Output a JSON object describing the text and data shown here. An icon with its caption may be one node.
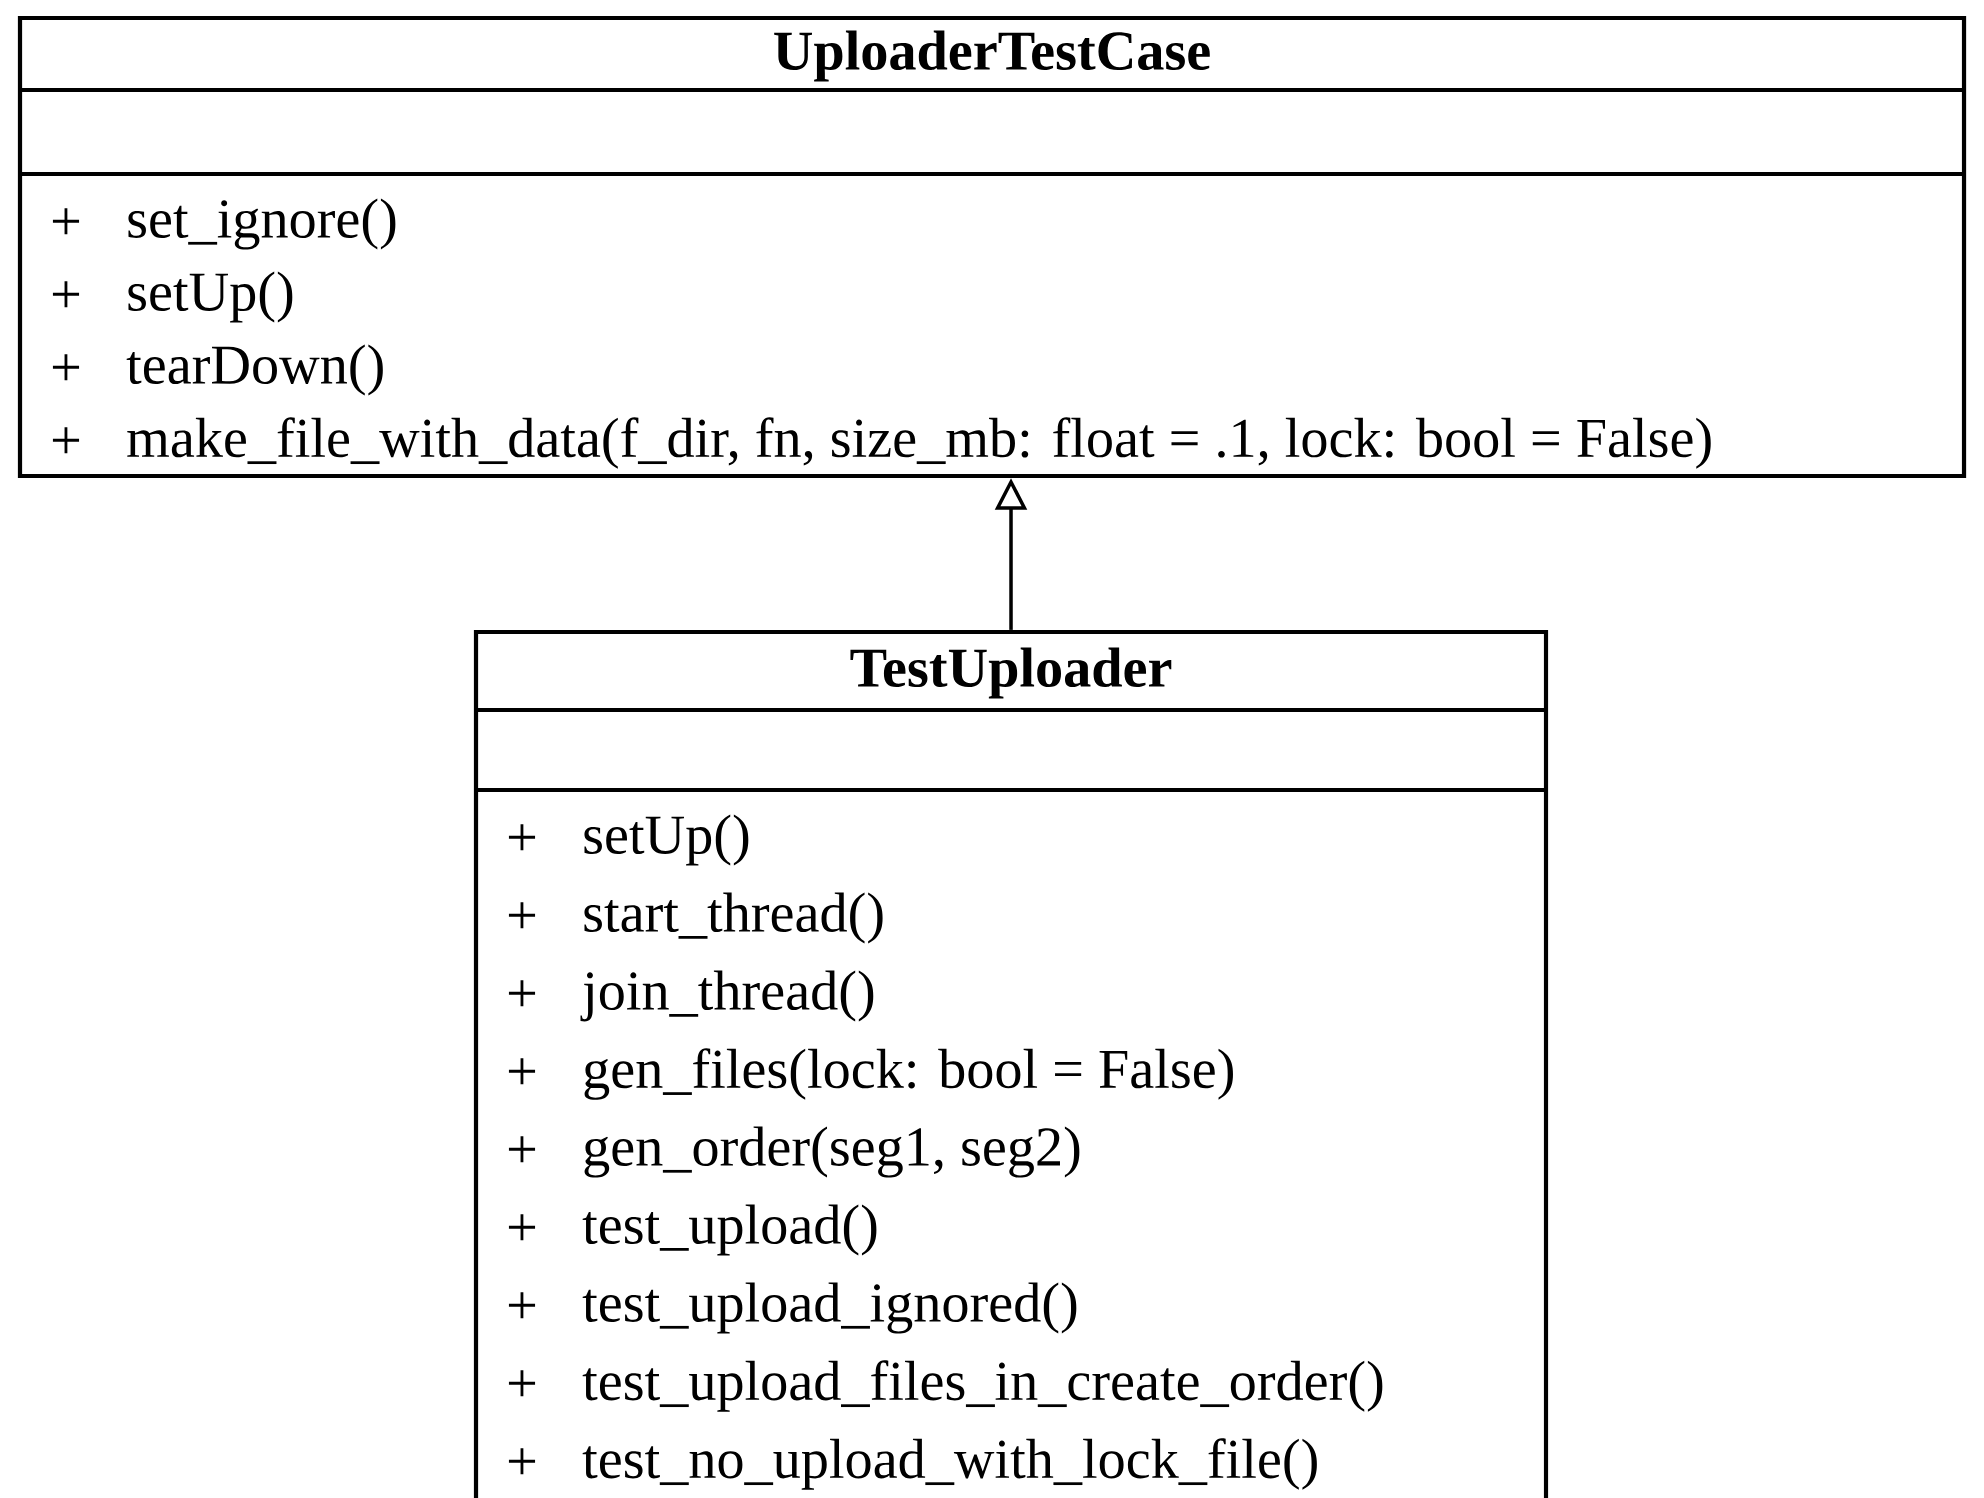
{
  "diagram": {
    "nodes": [
      {
        "text": [
          "UploaderTestCase",
          "+",
          "set_ignore()",
          "+",
          "setUp()",
          "+",
          "tearDown()",
          "+",
          "make_file_with_data(f_dir, fn, size_mb: float = .1, lock: bool = False)"
        ]
      },
      {
        "text": [
          "TestUploader",
          "+",
          "setUp()",
          "+",
          "start_thread()",
          "+",
          "join_thread()",
          "+",
          "gen_files(lock: bool = False)",
          "+",
          "gen_order(seg1, seg2)",
          "+",
          "test_upload()",
          "+",
          "test_upload_ignored()",
          "+",
          "test_upload_files_in_create_order()",
          "+",
          "test_no_upload_with_lock_file()"
        ]
      }
    ],
    "edges": [
      {
        "from": 1,
        "to": 0,
        "arrow": "to"
      }
    ]
  }
}
